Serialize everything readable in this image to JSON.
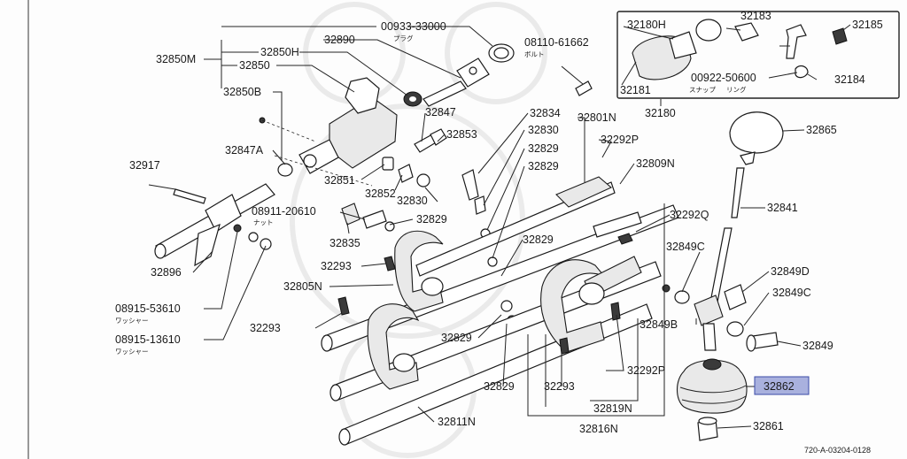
{
  "labels": {
    "l00933": "00933-33000",
    "l00933_jp": "プラグ",
    "l32890": "32890",
    "l32850M": "32850M",
    "l32850H": "32850H",
    "l32850": "32850",
    "l32850B": "32850B",
    "l08110": "08110-61662",
    "l08110_jp": "ボルト",
    "l32847": "32847",
    "l32853": "32853",
    "l32847A": "32847A",
    "l32917": "32917",
    "l32851": "32851",
    "l32852": "32852",
    "l32830a": "32830",
    "l08911": "08911-20610",
    "l08911_jp": "ナット",
    "l32829a": "32829",
    "l32835": "32835",
    "l32896": "32896",
    "l32293a": "32293",
    "l32805N": "32805N",
    "l08915a": "08915-53610",
    "l08915a_jp": "ワッシャー",
    "l32293b": "32293",
    "l08915b": "08915-13610",
    "l08915b_jp": "ワッシャー",
    "l32834": "32834",
    "l32830b": "32830",
    "l32829b": "32829",
    "l32829c": "32829",
    "l32801N": "32801N",
    "l32292Pa": "32292P",
    "l32809N": "32809N",
    "l32292Q": "32292Q",
    "l32829d": "32829",
    "l32829e": "32829",
    "l32829f": "32829",
    "l32293c": "32293",
    "l32811N": "32811N",
    "l32819N": "32819N",
    "l32816N": "32816N",
    "l32292Pb": "32292P",
    "l32849B": "32849B",
    "l32849Ca": "32849C",
    "l32849D": "32849D",
    "l32849Cb": "32849C",
    "l32849": "32849",
    "l32865": "32865",
    "l32841": "32841",
    "l32862": "32862",
    "l32861": "32861",
    "l32180H": "32180H",
    "l32183": "32183",
    "l32185": "32185",
    "l00922": "00922-50600",
    "l00922_jp1": "スナップ",
    "l00922_jp2": "リング",
    "l32181": "32181",
    "l32184": "32184",
    "l32180": "32180",
    "diagram_code": "720-A-03204-0128"
  },
  "colors": {
    "highlight_fill": "#a9b1de",
    "highlight_stroke": "#3a4aa8",
    "line": "#222222"
  }
}
